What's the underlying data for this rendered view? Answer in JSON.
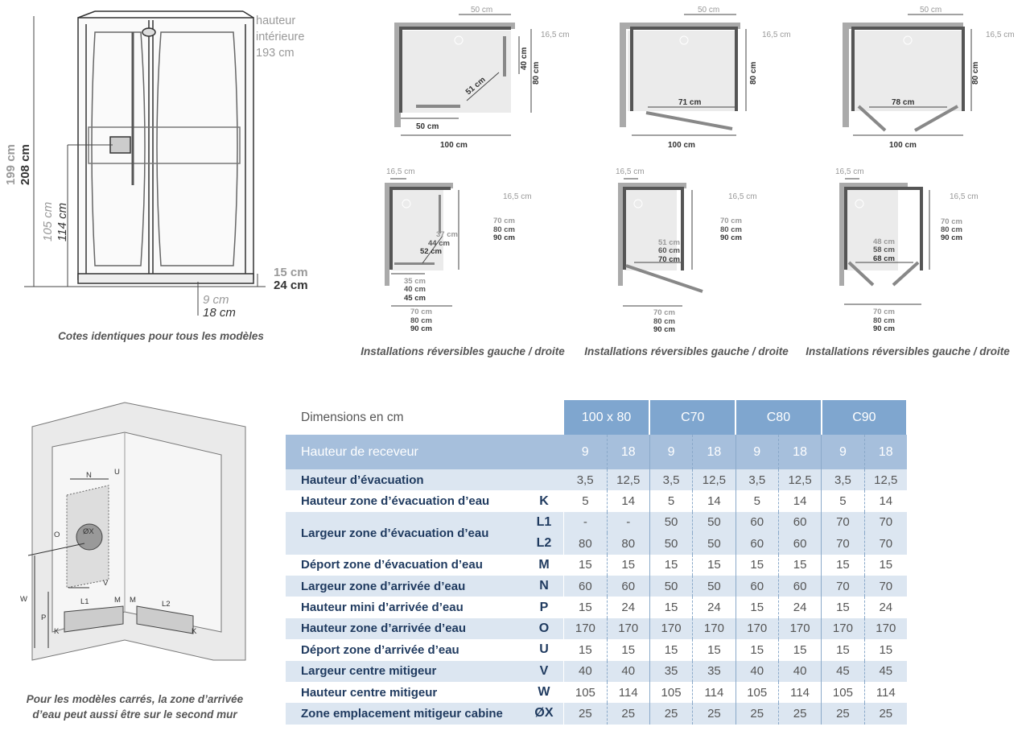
{
  "cabin": {
    "interior_height_label": "hauteur",
    "interior_height_label2": "intérieure",
    "interior_height_value": "193 cm",
    "total_height_low": "199 cm",
    "total_height_high": "208 cm",
    "mixer_height_low": "105 cm",
    "mixer_height_high": "114 cm",
    "tray_height_low": "15 cm",
    "tray_height_high": "24 cm",
    "base_low": "9 cm",
    "base_high": "18 cm",
    "caption": "Cotes identiques pour tous les modèles"
  },
  "plans_row1": [
    {
      "top": "50 cm",
      "side": "16,5 cm",
      "panel": "40 cm",
      "depth": "80 cm",
      "diag": "51 cm",
      "bottom": "50 cm",
      "width": "100 cm"
    },
    {
      "top": "50 cm",
      "side": "16,5 cm",
      "depth": "80 cm",
      "opening": "71 cm",
      "width": "100 cm"
    },
    {
      "top": "50 cm",
      "side": "16,5 cm",
      "depth": "80 cm",
      "opening": "78 cm",
      "width": "100 cm"
    }
  ],
  "plans_row2": [
    {
      "top": "16,5 cm",
      "side": "16,5 cm",
      "depth": [
        "70 cm",
        "80 cm",
        "90 cm"
      ],
      "inner": [
        "37 cm",
        "44 cm",
        "52 cm"
      ],
      "bottom": [
        "35 cm",
        "40 cm",
        "45 cm"
      ],
      "width": [
        "70 cm",
        "80 cm",
        "90 cm"
      ]
    },
    {
      "top": "16,5 cm",
      "side": "16,5 cm",
      "depth": [
        "70 cm",
        "80 cm",
        "90 cm"
      ],
      "inner": [
        "51 cm",
        "60 cm",
        "70 cm"
      ],
      "width": [
        "70 cm",
        "80 cm",
        "90 cm"
      ]
    },
    {
      "top": "16,5 cm",
      "side": "16,5 cm",
      "depth": [
        "70 cm",
        "80 cm",
        "90 cm"
      ],
      "inner": [
        "48 cm",
        "58 cm",
        "68 cm"
      ],
      "width": [
        "70 cm",
        "80 cm",
        "90 cm"
      ]
    }
  ],
  "plan_caption": "Installations réversibles gauche / droite",
  "room": {
    "labels": {
      "N": "N",
      "U": "U",
      "OX": "ØX",
      "O": "O",
      "V": "V",
      "W": "W",
      "P": "P",
      "L1": "L1",
      "M1": "M",
      "M2": "M",
      "L2": "L2",
      "K1": "K",
      "K2": "K"
    },
    "caption1": "Pour les modèles carrés, la zone d’arrivée",
    "caption2": "d’eau peut aussi être sur le second mur"
  },
  "table": {
    "title": "Dimensions en cm",
    "models": [
      "100 x 80",
      "C70",
      "C80",
      "C90"
    ],
    "tray_label": "Hauteur de receveur",
    "tray_heights": [
      "9",
      "18",
      "9",
      "18",
      "9",
      "18",
      "9",
      "18"
    ],
    "rows": [
      {
        "label": "Hauteur d’évacuation",
        "letter": "",
        "values": [
          "3,5",
          "12,5",
          "3,5",
          "12,5",
          "3,5",
          "12,5",
          "3,5",
          "12,5"
        ]
      },
      {
        "label": "Hauteur zone d’évacuation d’eau",
        "letter": "K",
        "values": [
          "5",
          "14",
          "5",
          "14",
          "5",
          "14",
          "5",
          "14"
        ]
      },
      {
        "label": "Largeur zone d’évacuation d’eau",
        "letter": "L1",
        "values": [
          "-",
          "-",
          "50",
          "50",
          "60",
          "60",
          "70",
          "70"
        ]
      },
      {
        "label": "",
        "letter": "L2",
        "values": [
          "80",
          "80",
          "50",
          "50",
          "60",
          "60",
          "70",
          "70"
        ]
      },
      {
        "label": "Déport zone d’évacuation d’eau",
        "letter": "M",
        "values": [
          "15",
          "15",
          "15",
          "15",
          "15",
          "15",
          "15",
          "15"
        ]
      },
      {
        "label": "Largeur zone d’arrivée d’eau",
        "letter": "N",
        "values": [
          "60",
          "60",
          "50",
          "50",
          "60",
          "60",
          "70",
          "70"
        ]
      },
      {
        "label": "Hauteur mini d’arrivée d’eau",
        "letter": "P",
        "values": [
          "15",
          "24",
          "15",
          "24",
          "15",
          "24",
          "15",
          "24"
        ]
      },
      {
        "label": "Hauteur zone d’arrivée d’eau",
        "letter": "O",
        "values": [
          "170",
          "170",
          "170",
          "170",
          "170",
          "170",
          "170",
          "170"
        ]
      },
      {
        "label": "Déport zone d’arrivée d’eau",
        "letter": "U",
        "values": [
          "15",
          "15",
          "15",
          "15",
          "15",
          "15",
          "15",
          "15"
        ]
      },
      {
        "label": "Largeur centre mitigeur",
        "letter": "V",
        "values": [
          "40",
          "40",
          "35",
          "35",
          "40",
          "40",
          "45",
          "45"
        ]
      },
      {
        "label": "Hauteur centre mitigeur",
        "letter": "W",
        "values": [
          "105",
          "114",
          "105",
          "114",
          "105",
          "114",
          "105",
          "114"
        ]
      },
      {
        "label": "Zone emplacement mitigeur cabine",
        "letter": "ØX",
        "values": [
          "25",
          "25",
          "25",
          "25",
          "25",
          "25",
          "25",
          "25"
        ]
      }
    ]
  }
}
